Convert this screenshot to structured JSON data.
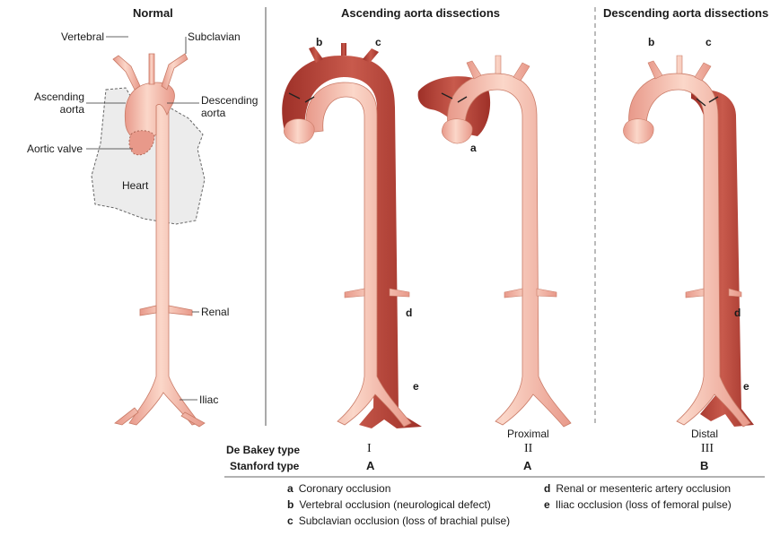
{
  "headers": {
    "normal": "Normal",
    "ascending": "Ascending aorta dissections",
    "descending": "Descending aorta dissections"
  },
  "normal_labels": {
    "vertebral": "Vertebral",
    "subclavian": "Subclavian",
    "ascending_aorta": "Ascending\naorta",
    "descending_aorta": "Descending\naorta",
    "aortic_valve": "Aortic valve",
    "heart": "Heart",
    "renal": "Renal",
    "iliac": "Iliac"
  },
  "letters": {
    "a": "a",
    "b": "b",
    "c": "c",
    "d": "d",
    "e": "e"
  },
  "panel_sublabels": {
    "proximal": "Proximal",
    "distal": "Distal"
  },
  "types": {
    "debakey_label": "De Bakey type",
    "stanford_label": "Stanford type",
    "debakey": [
      "I",
      "II",
      "III"
    ],
    "stanford": [
      "A",
      "A",
      "B"
    ]
  },
  "legend": [
    {
      "key": "a",
      "text": "Coronary occlusion"
    },
    {
      "key": "b",
      "text": "Vertebral occlusion (neurological defect)"
    },
    {
      "key": "c",
      "text": "Subclavian occlusion (loss of brachial pulse)"
    },
    {
      "key": "d",
      "text": "Renal or mesenteric artery occlusion"
    },
    {
      "key": "e",
      "text": "Iliac occlusion (loss of femoral pulse)"
    }
  ],
  "colors": {
    "aorta": "#f0b3a0",
    "aorta_edge": "#c97a66",
    "dissection": "#b5443a",
    "heart": "#ececec"
  }
}
